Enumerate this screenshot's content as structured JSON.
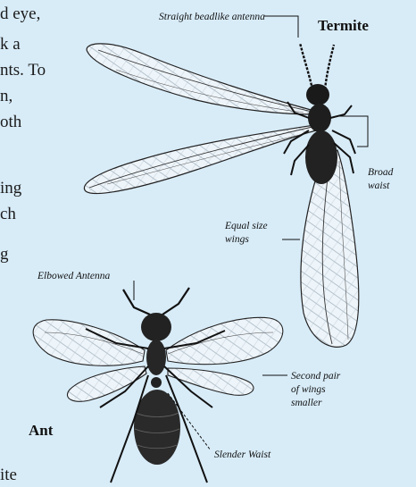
{
  "body_text_fragments": [
    "d eye,",
    "k a",
    "nts. To",
    "n,",
    "oth",
    "ing",
    "ch",
    "g",
    "ite"
  ],
  "labels": {
    "termite_title": "Termite",
    "ant_title": "Ant",
    "straight_antenna": "Straight beadlike antenna",
    "broad_waist_1": "Broad",
    "broad_waist_2": "waist",
    "equal_wings_1": "Equal size",
    "equal_wings_2": "wings",
    "elbowed_antenna": "Elbowed Antenna",
    "second_pair_1": "Second pair",
    "second_pair_2": "of wings",
    "second_pair_3": "smaller",
    "slender_waist": "Slender Waist"
  },
  "colors": {
    "background": "#d8ecf8",
    "ink": "#111111",
    "wing_fill": "#eef5fa"
  }
}
